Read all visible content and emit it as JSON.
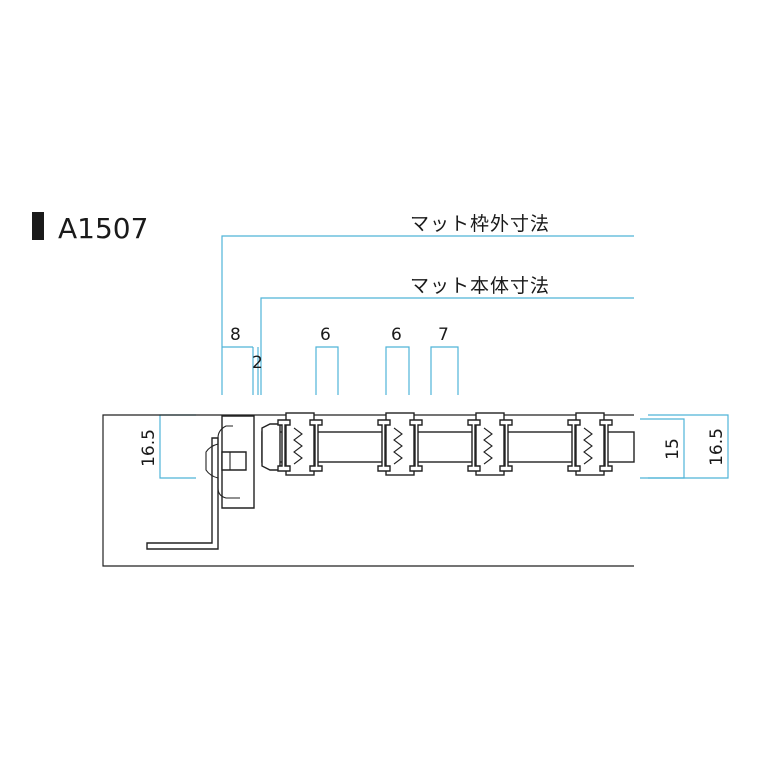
{
  "model": {
    "label": "A1507"
  },
  "dimension_labels": {
    "outer_frame": "マット枠外寸法",
    "body": "マット本体寸法"
  },
  "dimensions": {
    "frame_width": "8",
    "gap": "2",
    "pitch_a": "6",
    "pitch_b": "6",
    "pitch_c": "7",
    "frame_height": "16.5",
    "mat_height": "15",
    "total_height": "16.5"
  },
  "colors": {
    "dimension_line": "#4fb4d8",
    "outline": "#222222",
    "text": "#1a1a1a"
  }
}
